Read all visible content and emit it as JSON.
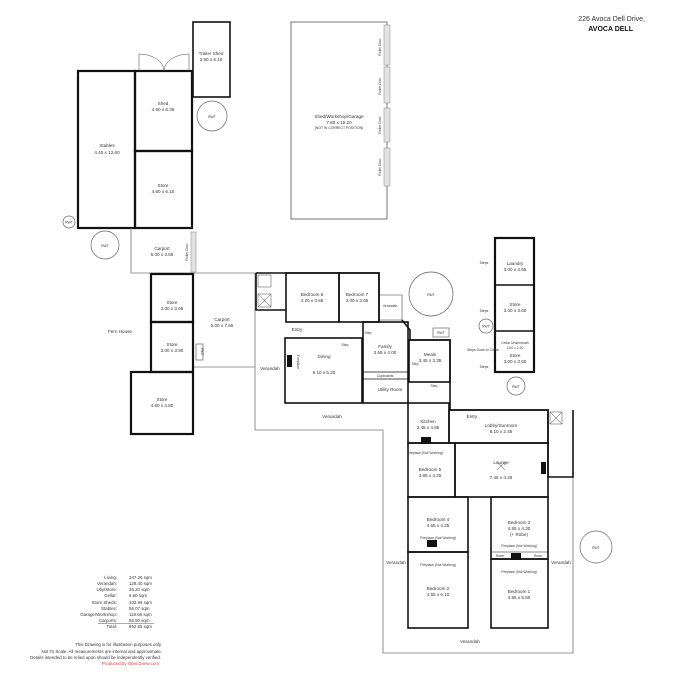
{
  "header": {
    "address_line": "226 Avoca Dell Drive,",
    "suburb": "AVOCA DELL"
  },
  "rooms": {
    "trailer_shed": {
      "name": "Trailer Shed",
      "size": "3.50 x 6.10"
    },
    "shed": {
      "name": "Shed",
      "size": "4.60 x 6.35"
    },
    "stables": {
      "name": "Stables",
      "size": "4.45 x 12.60"
    },
    "store_top": {
      "name": "Store",
      "size": "4.60 x 6.10"
    },
    "workshop": {
      "name": "Shed/Workshop/Garage",
      "size": "7.80 x 15.20",
      "note": "(NOT IN CORRECT POSITION)"
    },
    "carport1": {
      "name": "Carport",
      "size": "5.00 x 3.65"
    },
    "carport2": {
      "name": "Carport",
      "size": "5.00 x 7.65"
    },
    "store_a": {
      "name": "Store",
      "size": "3.00 x 3.65"
    },
    "store_b": {
      "name": "Store",
      "size": "3.00 x 3.90"
    },
    "store_c": {
      "name": "Store",
      "size": "4.80 x 4.80"
    },
    "fern_house": {
      "name": "Fern House"
    },
    "bedroom6": {
      "name": "Bedroom 6",
      "size": "4.20 x 3.65"
    },
    "bedroom7": {
      "name": "Bedroom 7",
      "size": "3.00 x 3.65"
    },
    "entry1": {
      "name": "Entry"
    },
    "dining": {
      "name": "Dining",
      "size": "6.10 x 5.20"
    },
    "family": {
      "name": "Family",
      "size": "3.65 x 4.00"
    },
    "meals": {
      "name": "Meals",
      "size": "3.45 x 3.35"
    },
    "cupboards": {
      "name": "Cupboards"
    },
    "utility": {
      "name": "Utility Room"
    },
    "kitchen": {
      "name": "Kitchen",
      "size": "3.45 x 4.85"
    },
    "entry2": {
      "name": "Entry"
    },
    "lobby": {
      "name": "Lobby/Sunroom",
      "size": "8.10 x 2.45"
    },
    "bedroom5": {
      "name": "Bedroom 5",
      "size": "3.86 x 4.25"
    },
    "lounge": {
      "name": "Lounge",
      "size": "7.45 x 4.25"
    },
    "bedroom4": {
      "name": "Bedroom 4",
      "size": "4.55 x 4.25"
    },
    "bedroom3": {
      "name": "Bedroom 3",
      "size": "4.55 x 4.30",
      "extra": "(+ Robe)"
    },
    "bedroom2": {
      "name": "Bedroom 2",
      "size": "4.55 x 6.10"
    },
    "bedroom1": {
      "name": "Bedroom 1",
      "size": "4.55 x 5.50"
    },
    "laundry": {
      "name": "Laundry",
      "size": "3.00 x 3.65"
    },
    "store_d": {
      "name": "Store",
      "size": "3.00 x 3.60"
    },
    "cellar": {
      "name": "Cellar Underneath",
      "size": "3.00 x 2.20"
    },
    "store_e": {
      "name": "Store",
      "size": "3.00 x 3.60"
    }
  },
  "labels": {
    "rwt": "RWT",
    "roller_door": "Roller Door",
    "verandah": "Verandah",
    "step": "Step",
    "steps": "Steps",
    "steps_cellar": "Steps Down to Cellar",
    "fireplace": "Fireplace",
    "fireplace_nw": "Fireplace (Not Working)",
    "robe": "Robe"
  },
  "areas": [
    {
      "label": "Living:",
      "value": "347.26 sqm"
    },
    {
      "label": "Verandah:",
      "value": "129.40 sqm"
    },
    {
      "label": "Utiy/Store:",
      "value": "35.20 sqm"
    },
    {
      "label": "Cellar:",
      "value": "6.60 sqm"
    },
    {
      "label": "Store Sheds:",
      "value": "102.96 sqm"
    },
    {
      "label": "Stables:",
      "value": "56.07 sqm"
    },
    {
      "label": "Garage/Workshop:",
      "value": "118.56 sqm"
    },
    {
      "label": "Carports:",
      "value": "56.50 sqm"
    },
    {
      "label": "Total:",
      "value": "852.55 sqm"
    }
  ],
  "disclaimer": [
    "This Drawing is for illustration purposes only.",
    "Not To Scale. All measurements are internal and approximate.",
    "Details intended to be relied upon should be independently verified."
  ],
  "credit": "Produced by Open2view.com",
  "colors": {
    "walls": "#111111",
    "credit": "#e23b3b"
  }
}
